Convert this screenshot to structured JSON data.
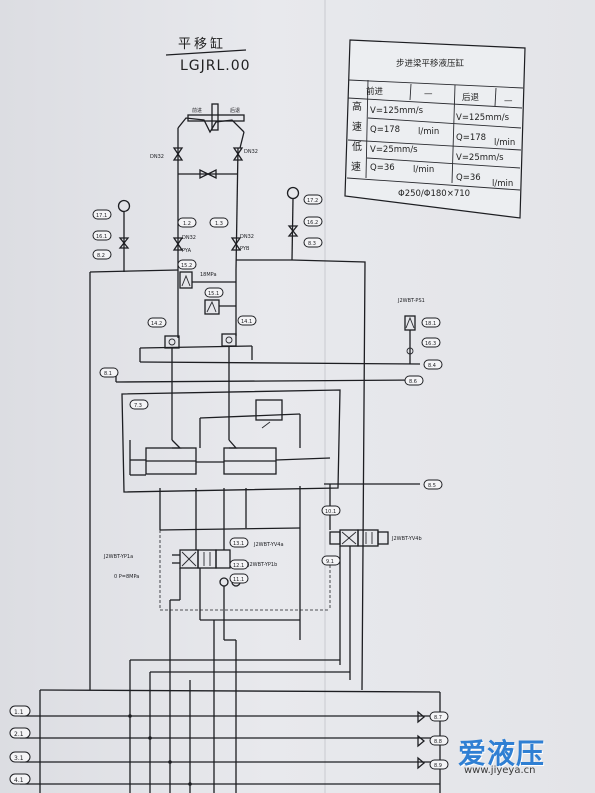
{
  "title": {
    "name_cn": "平移缸",
    "code": "LGJRL.00"
  },
  "spec_table": {
    "heading": "步进梁平移液压缸",
    "col_forward": "前进",
    "col_backward": "后退",
    "dash": "—",
    "row_high_1": "高",
    "row_high_2": "速",
    "row_low_1": "低",
    "row_low_2": "速",
    "high_fwd_v": "V=125mm/s",
    "high_fwd_q": "Q=178",
    "high_bwd_v": "V=125mm/s",
    "high_bwd_q": "Q=178",
    "low_fwd_v": "V=25mm/s",
    "low_fwd_q": "Q=36",
    "low_bwd_v": "V=25mm/s",
    "low_bwd_q": "Q=36",
    "unit": "l/min",
    "cylinder_size": "Φ250/Φ180×710"
  },
  "cylinder": {
    "label_left": "前进",
    "label_right": "后退"
  },
  "labels": {
    "dn32_top": "DN32",
    "dn32_top_right": "DN32",
    "dn32_a": "DN32",
    "dn32_b": "DN32",
    "pya": "PYA",
    "pyb": "PYB",
    "pressure_18": "18MPa",
    "ps1": "J2WBT-PS1",
    "yv4a": "J2WBT-YV4a",
    "yv4b": "J2WBT-YV4b",
    "yp1a": "J2WBT-YP1a",
    "yp1b": "J2WBT-YP1b",
    "pressure_0": "0 P=8MPa"
  },
  "tags": {
    "t17_1": "17.1",
    "t16_1": "16.1",
    "t8_2": "8.2",
    "t17_2": "17.2",
    "t16_2": "16.2",
    "t8_3": "8.3",
    "t1_2": "1.2",
    "t1_3": "1.3",
    "t15_2": "15.2",
    "t15_1": "15.1",
    "t14_2": "14.2",
    "t14_1": "14.1",
    "t8_1": "8.1",
    "t8_6": "8.6",
    "t8_4": "8.4",
    "t18_1": "18.1",
    "t16_3": "16.3",
    "t7_3": "7.3",
    "t8_5": "8.5",
    "t10_1": "10.1",
    "t9_1": "9.1",
    "t13_1": "13.1",
    "t12_1": "12.1",
    "t11_1": "11.1",
    "t1_1": "1.1",
    "t2_1": "2.1",
    "t3_1": "3.1",
    "t4_1": "4.1",
    "t8_7": "8.7",
    "t8_8": "8.8",
    "t8_9": "8.9"
  },
  "watermark": {
    "logo_text": "爱液压",
    "url": "www.jiyeya.cn",
    "color": "#2f7fd3"
  }
}
